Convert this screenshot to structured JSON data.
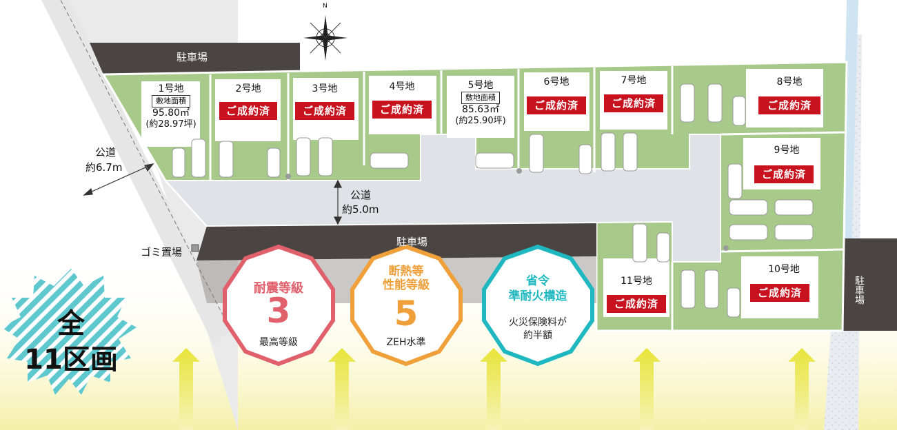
{
  "compass": {
    "north": "N"
  },
  "labels": {
    "parking_top": "駐車場",
    "parking_mid": "駐車場",
    "parking_right": "駐車場",
    "road_west": "公道",
    "road_west_width": "約6.7m",
    "road_center": "公道",
    "road_center_width": "約5.0m",
    "garbage": "ゴミ置場"
  },
  "lots": [
    {
      "no": "1号地",
      "area_tag": "敷地面積",
      "area_m2": "95.80㎡",
      "area_tsubo": "(約28.97坪)"
    },
    {
      "no": "2号地",
      "status": "ご成約済"
    },
    {
      "no": "3号地",
      "status": "ご成約済"
    },
    {
      "no": "4号地",
      "status": "ご成約済"
    },
    {
      "no": "5号地",
      "area_tag": "敷地面積",
      "area_m2": "85.63㎡",
      "area_tsubo": "(約25.90坪)"
    },
    {
      "no": "6号地",
      "status": "ご成約済"
    },
    {
      "no": "7号地",
      "status": "ご成約済"
    },
    {
      "no": "8号地",
      "status": "ご成約済"
    },
    {
      "no": "9号地",
      "status": "ご成約済"
    },
    {
      "no": "10号地",
      "status": "ご成約済"
    },
    {
      "no": "11号地",
      "status": "ご成約済"
    }
  ],
  "badges": [
    {
      "title": "耐震等級",
      "value": "3",
      "sub": "最高等級",
      "color": "#e0606c"
    },
    {
      "title1": "断熱等",
      "title2": "性能等級",
      "value": "5",
      "sub": "ZEH水準",
      "color": "#f0a03a"
    },
    {
      "title1": "省令",
      "title2": "準耐火構造",
      "sub1": "火災保険料が",
      "sub2": "約半額",
      "color": "#1fb8c0"
    }
  ],
  "total": {
    "line1": "全",
    "line2": "11区画",
    "color": "#5fc8cf"
  }
}
